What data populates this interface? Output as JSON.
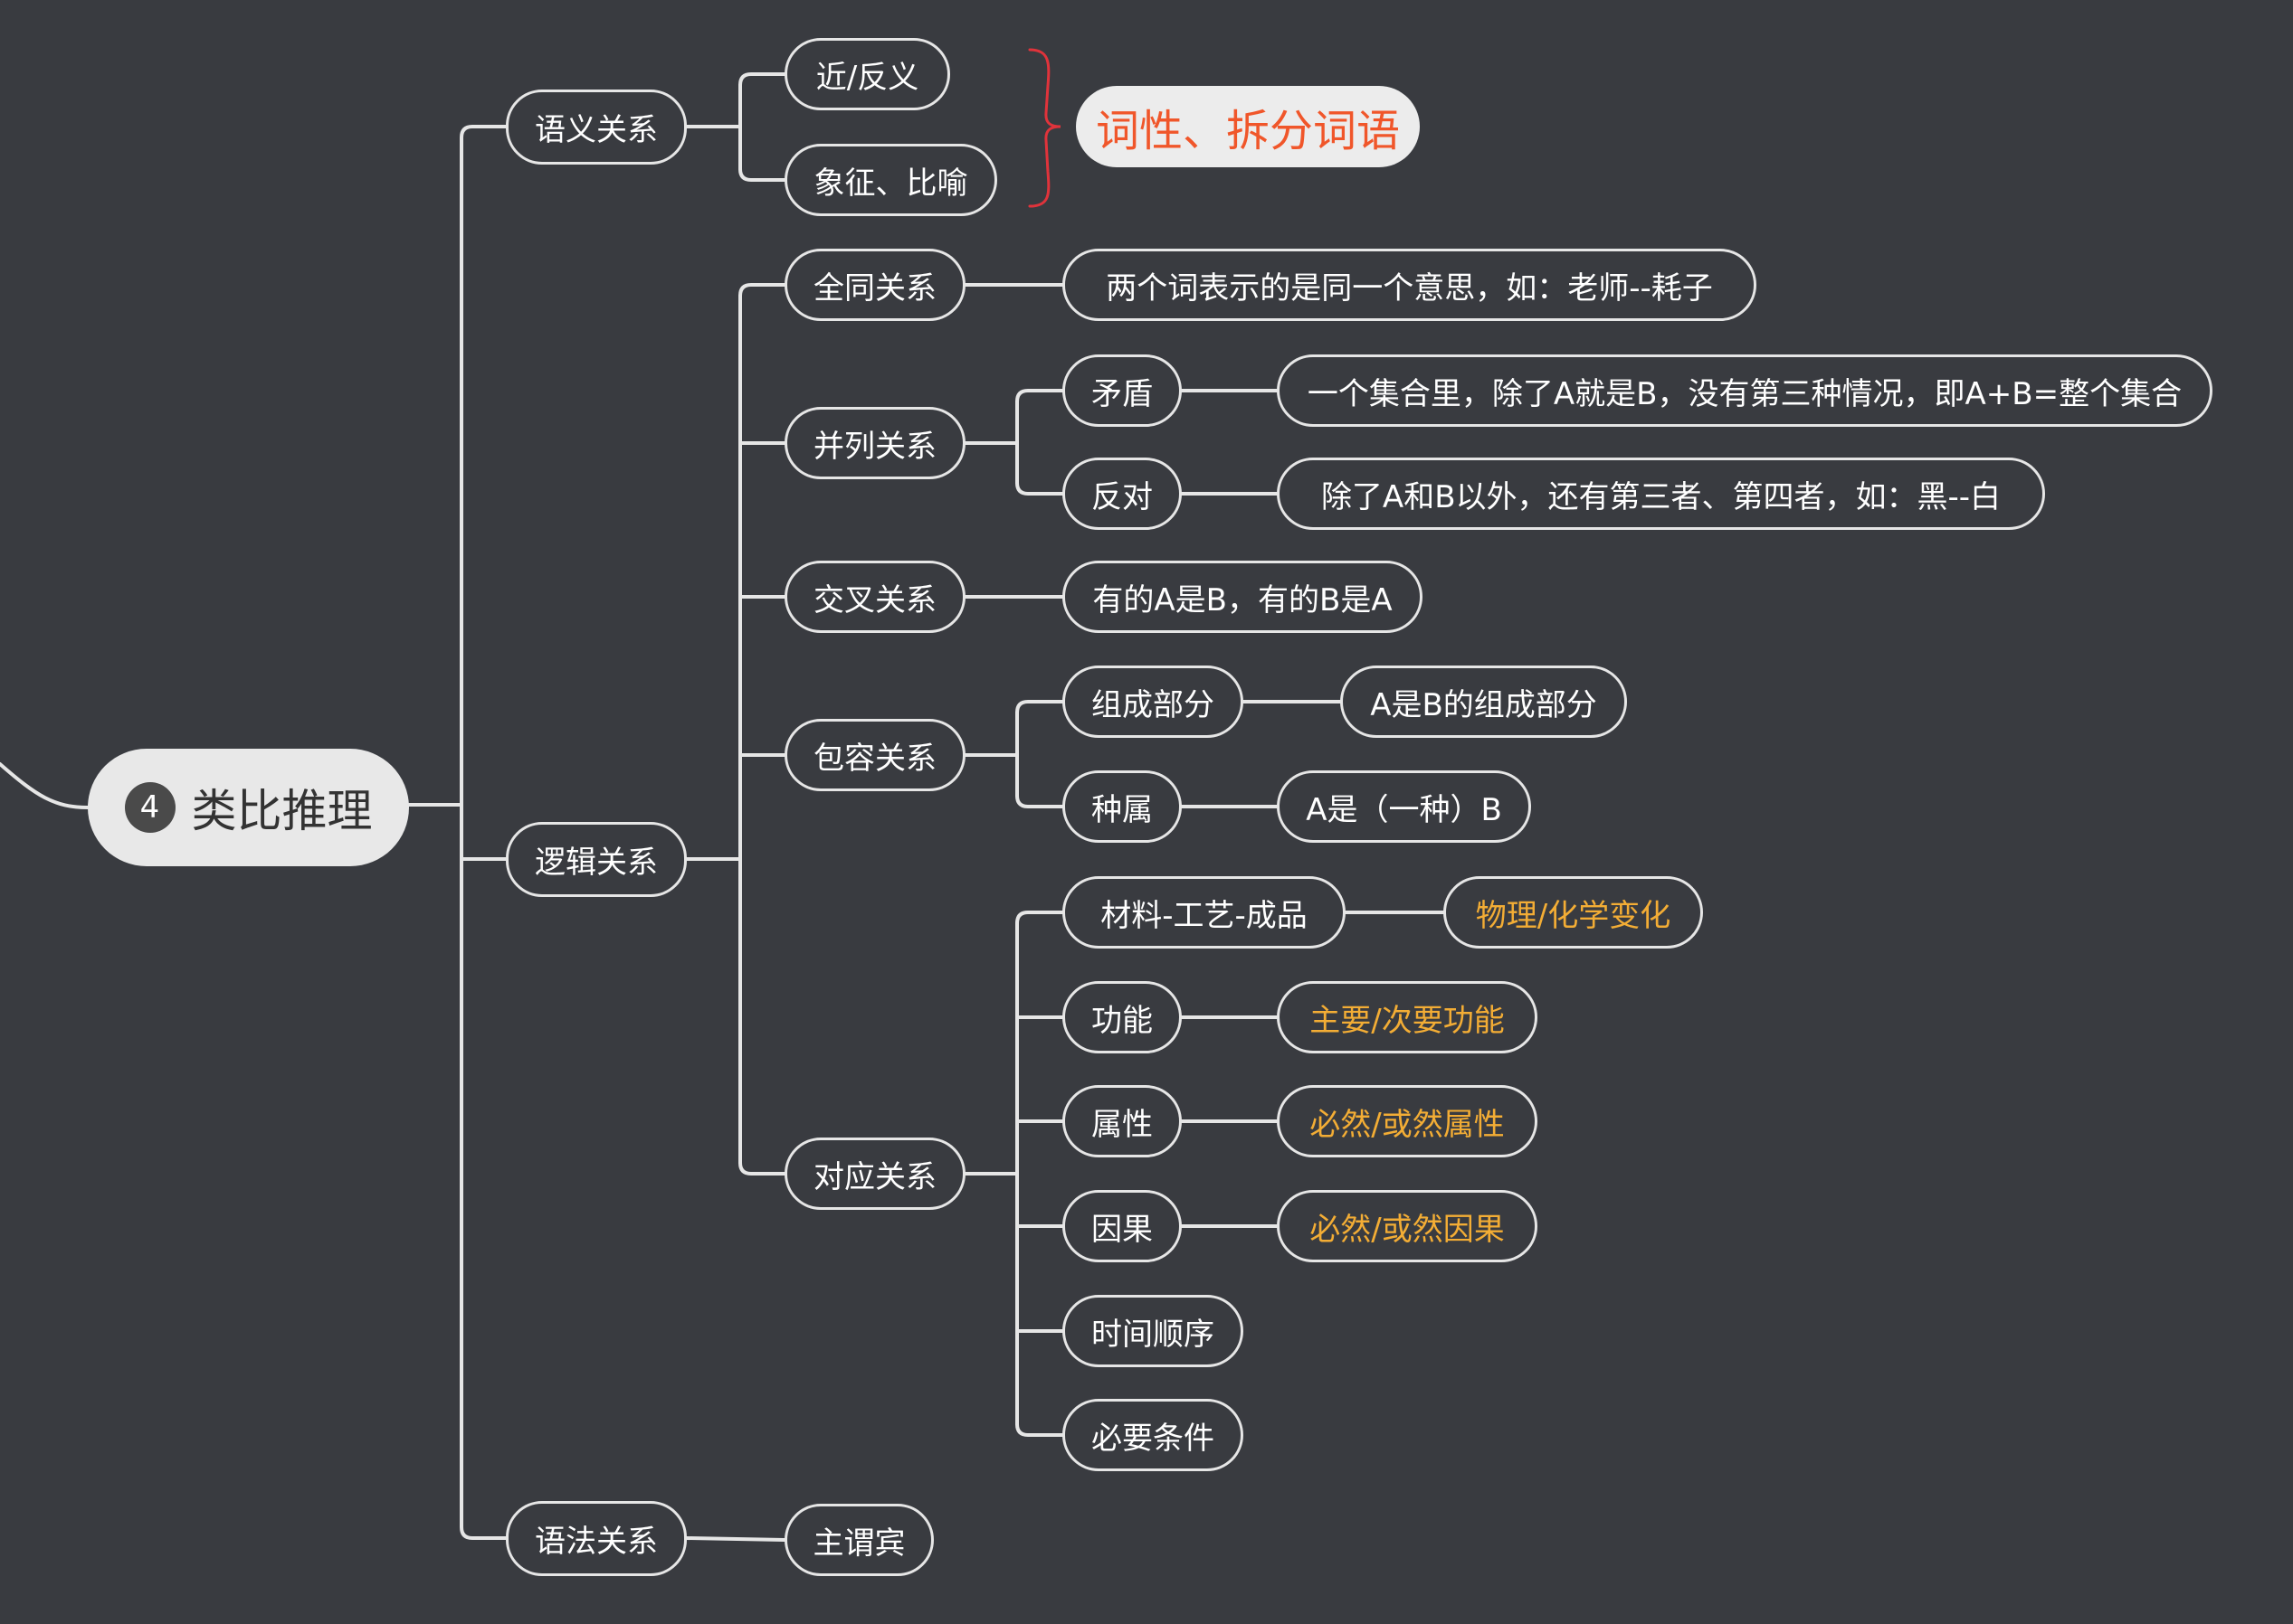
{
  "root": {
    "number": "4",
    "label": "类比推理"
  },
  "callout": {
    "label": "词性、拆分词语"
  },
  "colors": {
    "background": "#393b40",
    "line": "#e6e6e6",
    "highlight": "#f3ad35",
    "callout_text": "#f0562a",
    "brace": "#e0333b"
  },
  "branches": {
    "semantic": {
      "label": "语义关系",
      "children": {
        "synonym": "近/反义",
        "symbol": "象征、比喻"
      }
    },
    "logic": {
      "label": "逻辑关系",
      "identical": {
        "label": "全同关系",
        "desc": "两个词表示的是同一个意思，如：老师--耗子"
      },
      "parallel": {
        "label": "并列关系",
        "contradiction": {
          "label": "矛盾",
          "desc": "一个集合里，除了A就是B，没有第三种情况，即A+B=整个集合"
        },
        "contrary": {
          "label": "反对",
          "desc": "除了A和B以外，还有第三者、第四者，如：黑--白"
        }
      },
      "cross": {
        "label": "交叉关系",
        "desc": "有的A是B，有的B是A"
      },
      "inclusion": {
        "label": "包容关系",
        "component": {
          "label": "组成部分",
          "desc": "A是B的组成部分"
        },
        "species": {
          "label": "种属",
          "desc": "A是（一种）B"
        }
      },
      "correspondence": {
        "label": "对应关系",
        "material": {
          "label": "材料-工艺-成品",
          "desc": "物理/化学变化"
        },
        "function": {
          "label": "功能",
          "desc": "主要/次要功能"
        },
        "attribute": {
          "label": "属性",
          "desc": "必然/或然属性"
        },
        "causal": {
          "label": "因果",
          "desc": "必然/或然因果"
        },
        "time": {
          "label": "时间顺序"
        },
        "necessary": {
          "label": "必要条件"
        }
      }
    },
    "grammar": {
      "label": "语法关系",
      "svo": "主谓宾"
    }
  }
}
